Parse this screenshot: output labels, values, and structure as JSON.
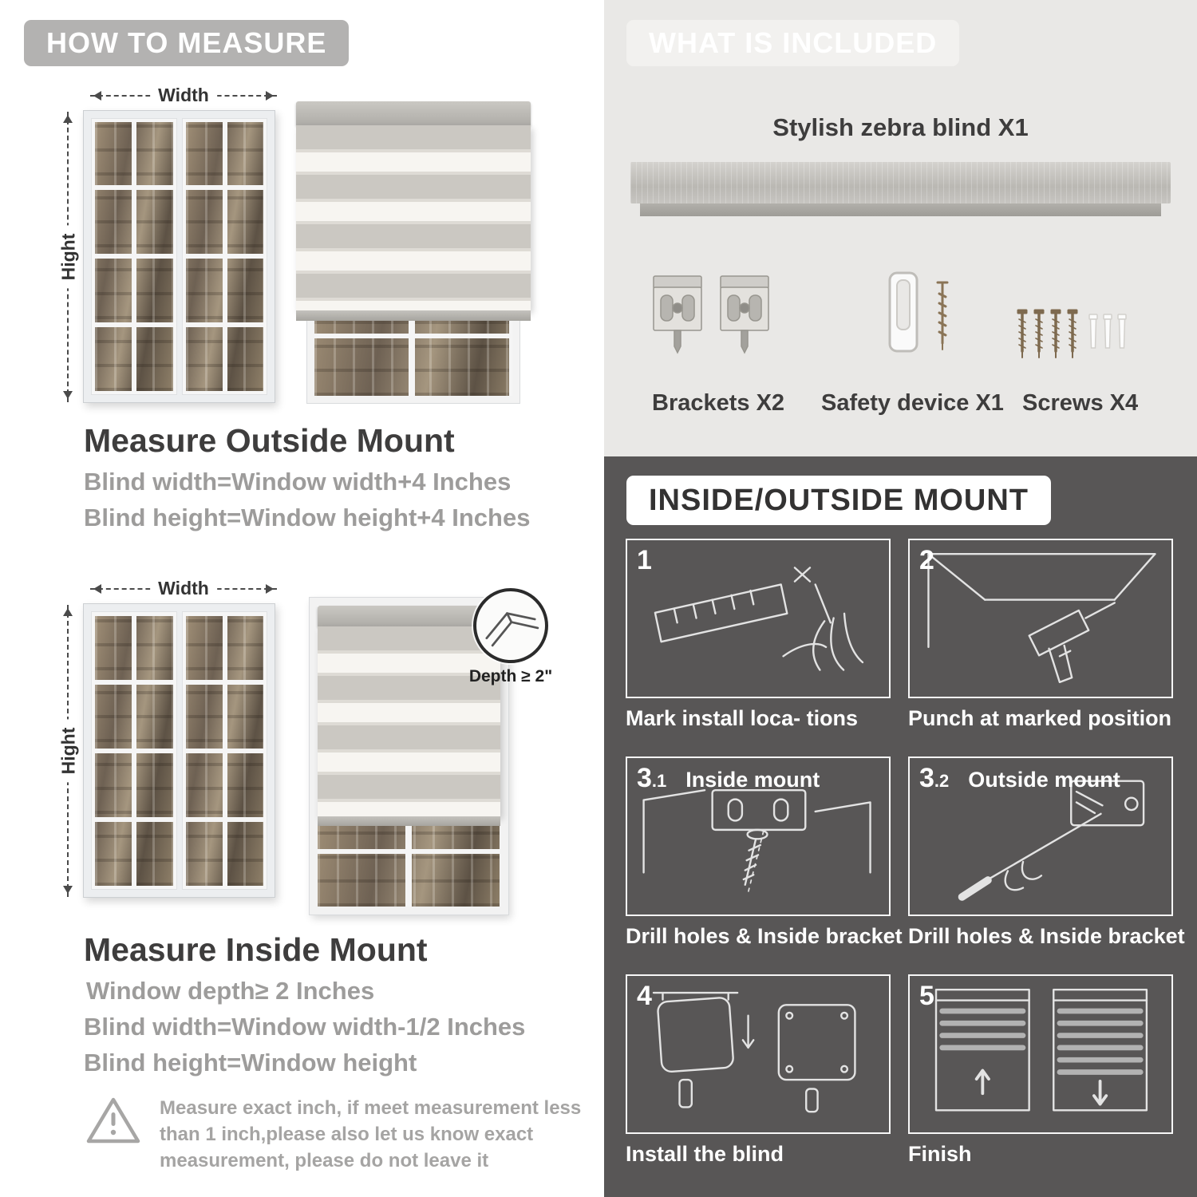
{
  "colors": {
    "left_header_pill": "#b3b2b1",
    "included_panel_bg": "#e9e8e6",
    "included_pill_bg": "#f2f1ef",
    "dark_panel_bg": "#585656",
    "heading_text": "#3e3d3d",
    "gray_body_text": "#9d9c9b",
    "white": "#ffffff"
  },
  "how_to_measure": {
    "header": "HOW TO MEASURE",
    "outside": {
      "width_label": "Width",
      "height_label": "Hight",
      "heading": "Measure Outside Mount",
      "lines": [
        "Blind width=Window width+4 Inches",
        "Blind height=Window height+4 Inches"
      ]
    },
    "inside": {
      "width_label": "Width",
      "height_label": "Hight",
      "depth_label": "Depth ≥ 2\"",
      "heading": "Measure Inside Mount",
      "lines": [
        "Window depth≥ 2 Inches",
        "Blind width=Window width-1/2 Inches",
        "Blind height=Window height"
      ]
    },
    "note_lines": [
      "Measure exact inch, if meet measurement less",
      "than 1 inch,please also let us know exact",
      "measurement, please do not leave it"
    ]
  },
  "included": {
    "header": "WHAT IS INCLUDED",
    "product_label": "Stylish zebra blind X1",
    "items": [
      {
        "name": "brackets",
        "label": "Brackets X2"
      },
      {
        "name": "safety-device",
        "label": "Safety device X1"
      },
      {
        "name": "screws",
        "label": "Screws X4"
      }
    ]
  },
  "mount": {
    "header": "INSIDE/OUTSIDE MOUNT",
    "steps": [
      {
        "num": "1",
        "num_sub": "",
        "sublabel": "",
        "caption": "Mark install loca- tions"
      },
      {
        "num": "2",
        "num_sub": "",
        "sublabel": "",
        "caption": "Punch at  marked position"
      },
      {
        "num": "3",
        "num_sub": ".1",
        "sublabel": "Inside mount",
        "caption": "Drill holes &  Inside bracket"
      },
      {
        "num": "3",
        "num_sub": ".2",
        "sublabel": "Outside mount",
        "caption": "Drill holes &  Inside bracket"
      },
      {
        "num": "4",
        "num_sub": "",
        "sublabel": "",
        "caption": "Install the blind"
      },
      {
        "num": "5",
        "num_sub": "",
        "sublabel": "",
        "caption": "Finish"
      }
    ]
  }
}
